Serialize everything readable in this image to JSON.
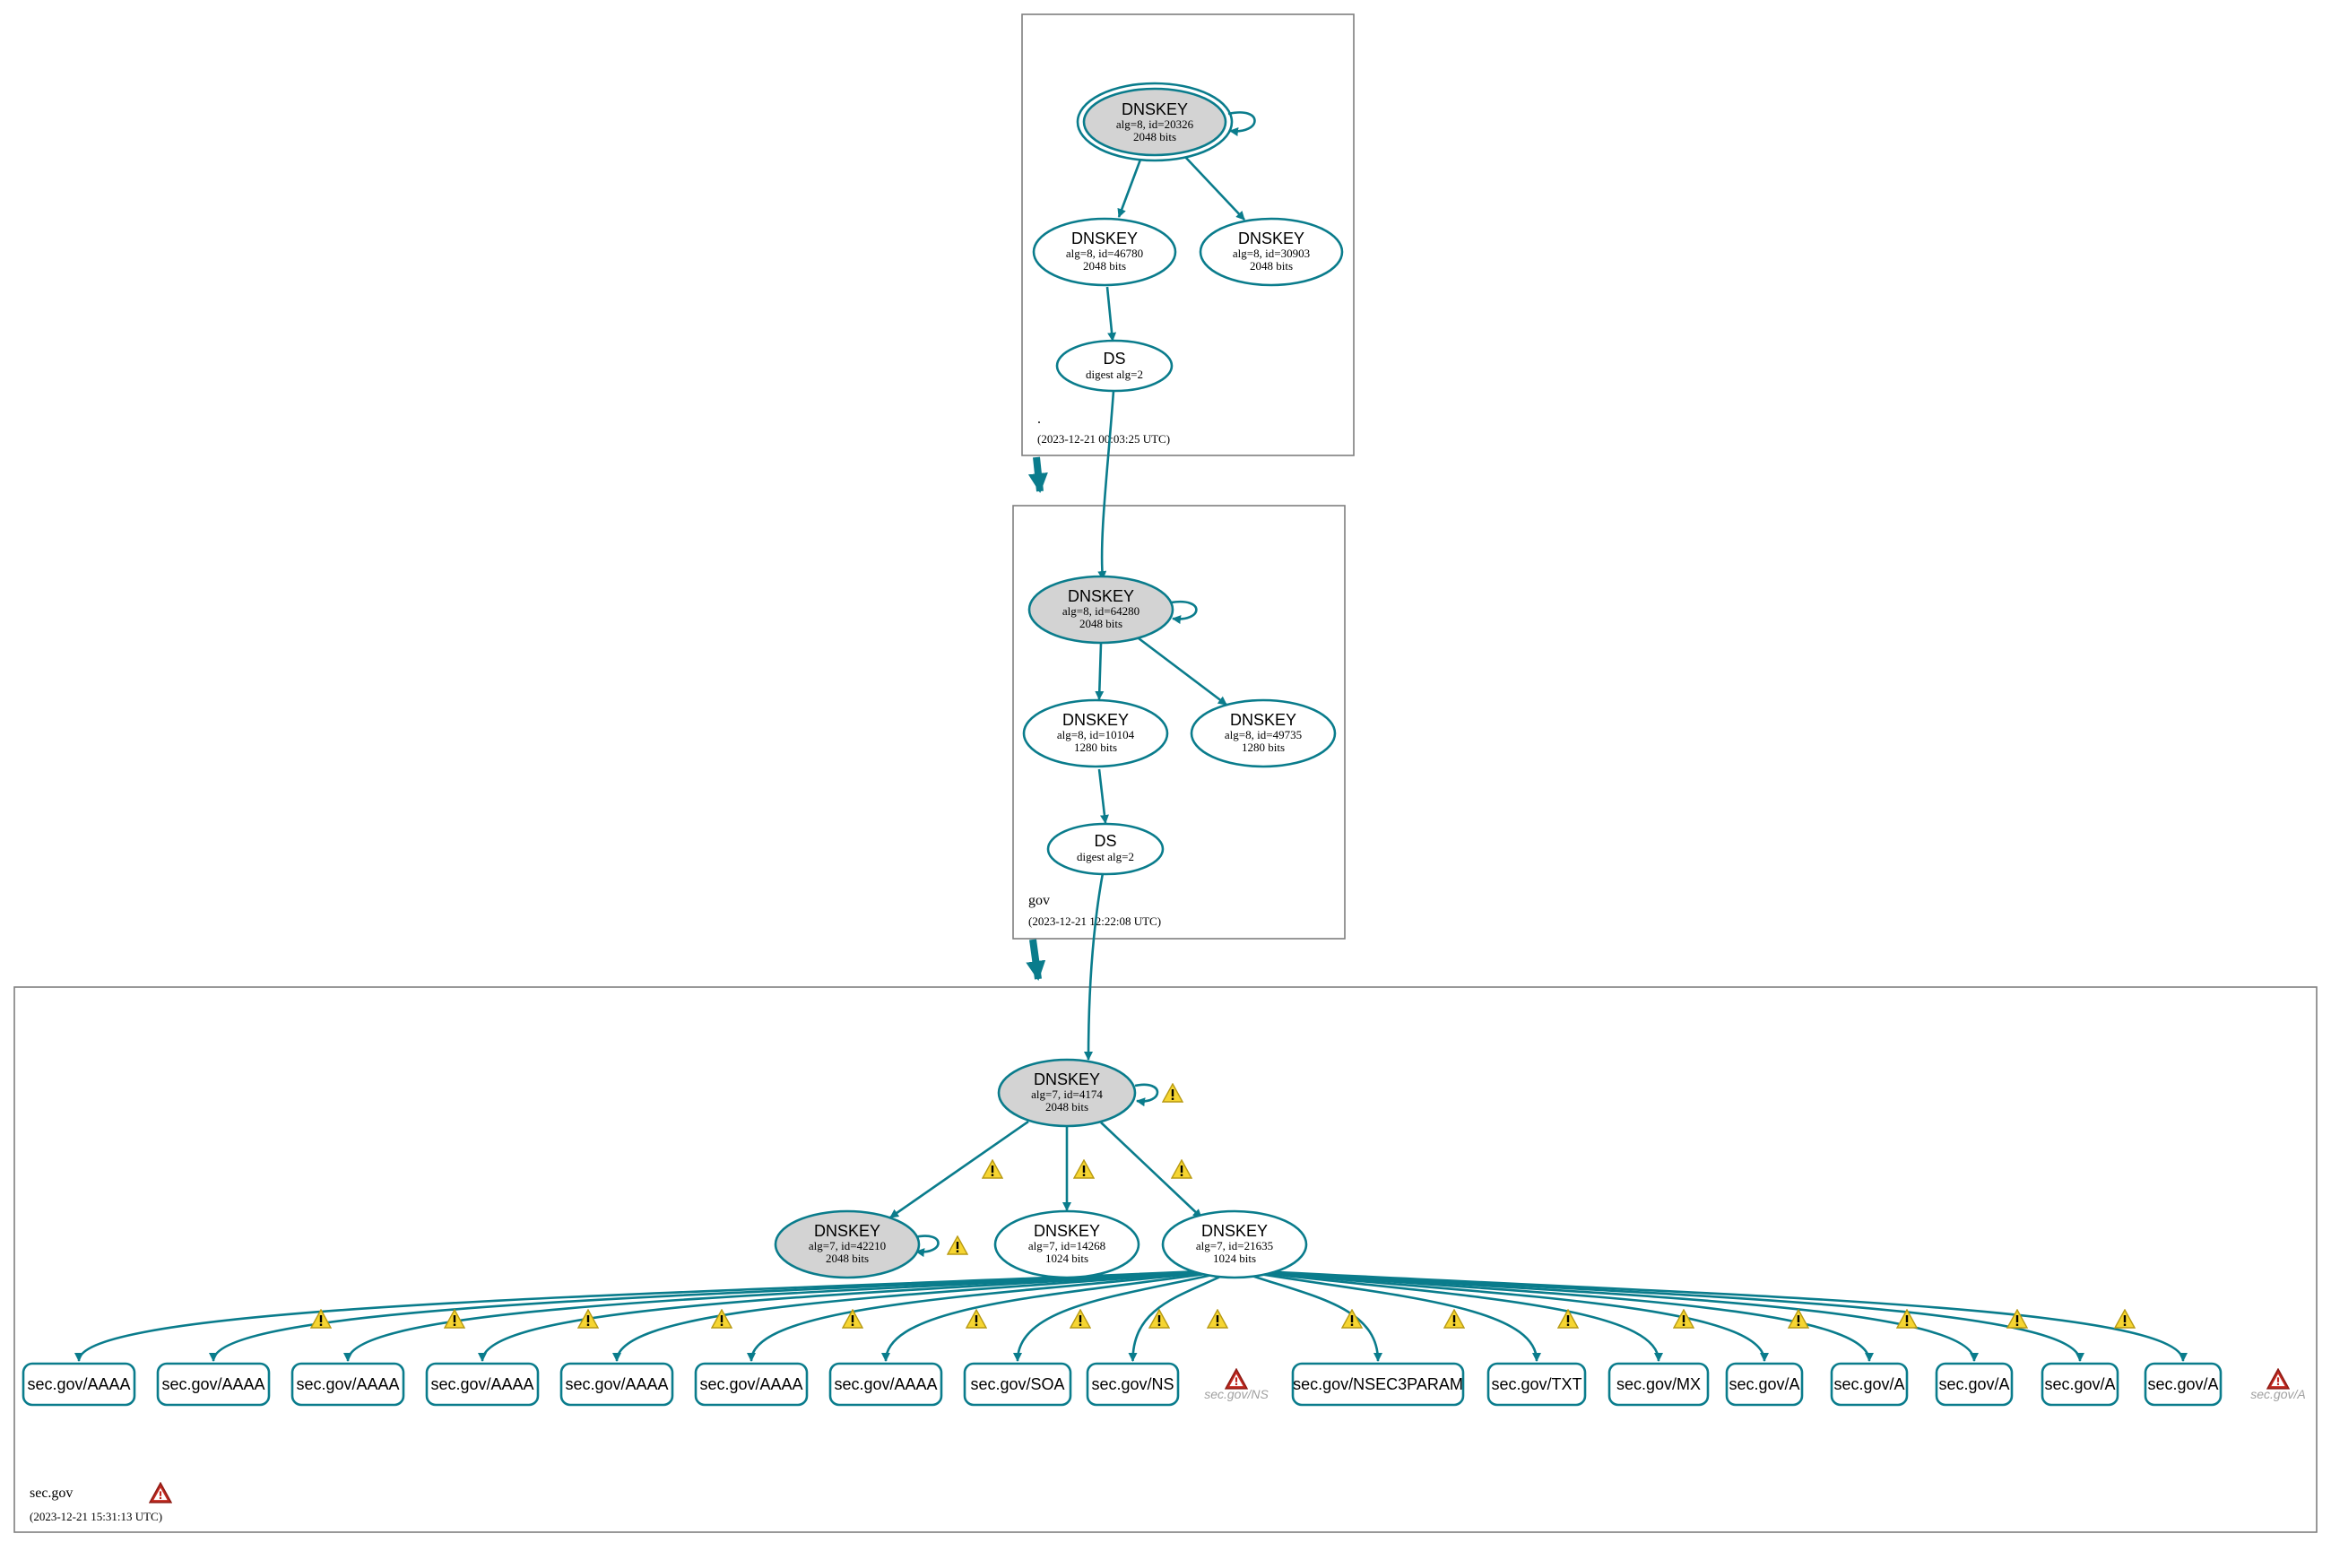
{
  "colors": {
    "edge": "#0a7c8c",
    "ksk_fill": "#d3d3d3",
    "zone_border": "#7f7f7f",
    "warning": "#f6d531",
    "error": "#c0281f"
  },
  "zones": [
    {
      "id": "root",
      "name": ".",
      "timestamp": "(2023-12-21 00:03:25 UTC)"
    },
    {
      "id": "gov",
      "name": "gov",
      "timestamp": "(2023-12-21 12:22:08 UTC)"
    },
    {
      "id": "secgov",
      "name": "sec.gov",
      "timestamp": "(2023-12-21 15:31:13 UTC)"
    }
  ],
  "nodes": {
    "root_ksk": {
      "title": "DNSKEY",
      "sub1": "alg=8, id=20326",
      "sub2": "2048 bits"
    },
    "root_zsk1": {
      "title": "DNSKEY",
      "sub1": "alg=8, id=46780",
      "sub2": "2048 bits"
    },
    "root_zsk2": {
      "title": "DNSKEY",
      "sub1": "alg=8, id=30903",
      "sub2": "2048 bits"
    },
    "root_ds": {
      "title": "DS",
      "sub1": "digest alg=2"
    },
    "gov_ksk": {
      "title": "DNSKEY",
      "sub1": "alg=8, id=64280",
      "sub2": "2048 bits"
    },
    "gov_zsk1": {
      "title": "DNSKEY",
      "sub1": "alg=8, id=10104",
      "sub2": "1280 bits"
    },
    "gov_zsk2": {
      "title": "DNSKEY",
      "sub1": "alg=8, id=49735",
      "sub2": "1280 bits"
    },
    "gov_ds": {
      "title": "DS",
      "sub1": "digest alg=2"
    },
    "sec_ksk": {
      "title": "DNSKEY",
      "sub1": "alg=7, id=4174",
      "sub2": "2048 bits"
    },
    "sec_ksk2": {
      "title": "DNSKEY",
      "sub1": "alg=7, id=42210",
      "sub2": "2048 bits"
    },
    "sec_zsk1": {
      "title": "DNSKEY",
      "sub1": "alg=7, id=14268",
      "sub2": "1024 bits"
    },
    "sec_zsk2": {
      "title": "DNSKEY",
      "sub1": "alg=7, id=21635",
      "sub2": "1024 bits"
    }
  },
  "rrsets": [
    "sec.gov/AAAA",
    "sec.gov/AAAA",
    "sec.gov/AAAA",
    "sec.gov/AAAA",
    "sec.gov/AAAA",
    "sec.gov/AAAA",
    "sec.gov/AAAA",
    "sec.gov/SOA",
    "sec.gov/NS",
    "sec.gov/NSEC3PARAM",
    "sec.gov/TXT",
    "sec.gov/MX",
    "sec.gov/A",
    "sec.gov/A",
    "sec.gov/A",
    "sec.gov/A",
    "sec.gov/A"
  ],
  "ghost_rrsets": [
    "sec.gov/NS",
    "sec.gov/A"
  ]
}
